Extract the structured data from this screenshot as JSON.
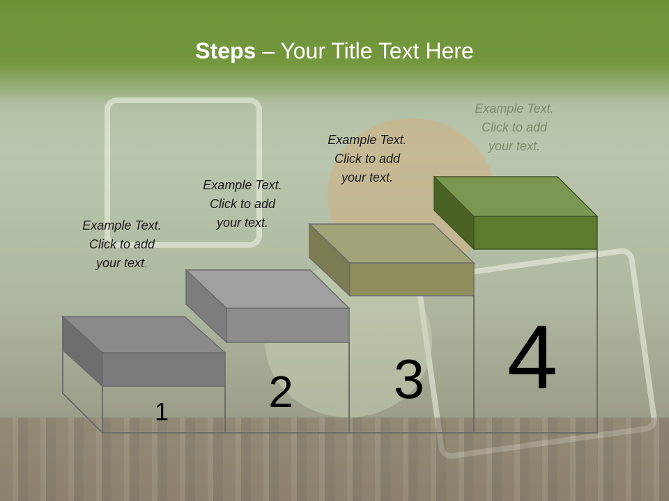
{
  "title": {
    "bold": "Steps",
    "rest": " – Your Title Text Here"
  },
  "steps": [
    {
      "number": "1",
      "text": [
        "Example Text.",
        "Click  to add",
        "your text."
      ],
      "color": "#7b7b7b"
    },
    {
      "number": "2",
      "text": [
        "Example Text.",
        "Click  to add",
        "your text."
      ],
      "color": "#8c8c8c"
    },
    {
      "number": "3",
      "text": [
        "Example Text.",
        "Click  to add",
        "your text."
      ],
      "color": "#8f8f5e"
    },
    {
      "number": "4",
      "text": [
        "Example Text.",
        "Click  to add",
        "your text."
      ],
      "color": "#5e7a2f"
    }
  ],
  "colors": {
    "header": "#6d9236",
    "step_outline": "#6b6b6b",
    "step4_label": "#7d8a6a"
  }
}
